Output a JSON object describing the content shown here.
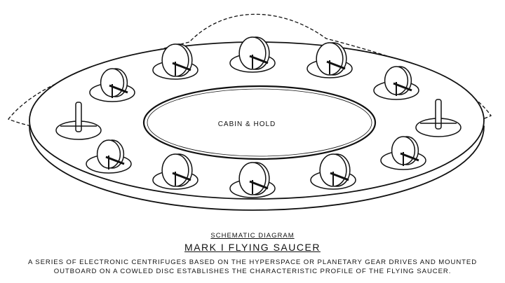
{
  "diagram": {
    "cabin_label": "CABIN & HOLD",
    "centrifuge_count": 12
  },
  "caption": {
    "kicker": "SCHEMATIC DIAGRAM",
    "title": "MARK I FLYING SAUCER",
    "description": "A SERIES OF ELECTRONIC CENTRIFUGES BASED ON THE HYPERSPACE OR PLANETARY GEAR DRIVES AND MOUNTED OUTBOARD ON A COWLED DISC ESTABLISHES THE CHARACTERISTIC PROFILE OF THE FLYING SAUCER."
  }
}
